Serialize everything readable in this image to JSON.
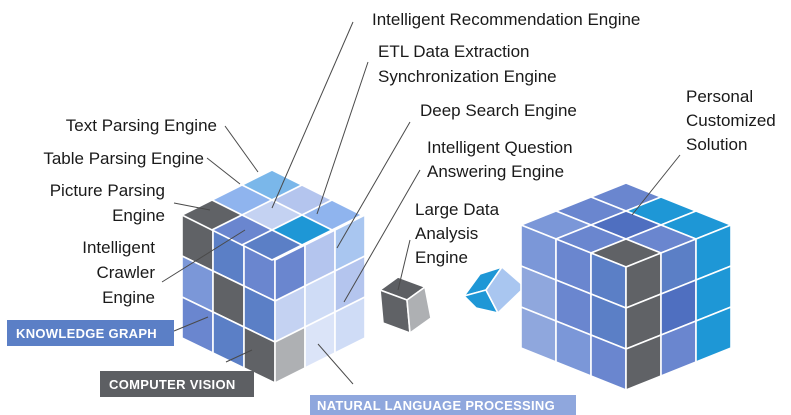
{
  "labels": {
    "intelligent_recommendation": "Intelligent Recommendation Engine",
    "etl_line1": "ETL Data Extraction",
    "etl_line2": "Synchronization Engine",
    "deep_search": "Deep Search Engine",
    "iqa_line1": "Intelligent Question",
    "iqa_line2": "Answering Engine",
    "text_parsing": "Text Parsing Engine",
    "table_parsing": "Table Parsing Engine",
    "picture_line1": "Picture Parsing",
    "picture_line2": "Engine",
    "crawler_line1": "Intelligent",
    "crawler_line2": "Crawler",
    "crawler_line3": "Engine",
    "large_data_line1": "Large Data",
    "large_data_line2": "Analysis",
    "large_data_line3": "Engine",
    "personal_line1": "Personal",
    "personal_line2": "Customized",
    "personal_line3": "Solution"
  },
  "tags": {
    "knowledge_graph": "KNOWLEDGE GRAPH",
    "computer_vision": "COMPUTER VISION",
    "nlp": "NATURAL LANGUAGE PROCESSING"
  },
  "colors": {
    "knowledge_graph": "#5b7fc6",
    "computer_vision": "#5d5f63",
    "nlp": "#8fa7dd",
    "cube_blue": "#6a86cf",
    "cube_dark_blue": "#4f6fc0",
    "cube_light": "#b4c5ee",
    "cube_pale": "#cfdcf6",
    "cube_cyan": "#1e97d6",
    "cube_sky": "#7ab7ea",
    "cube_gray": "#606266",
    "cube_light_gray": "#aeb0b3"
  }
}
